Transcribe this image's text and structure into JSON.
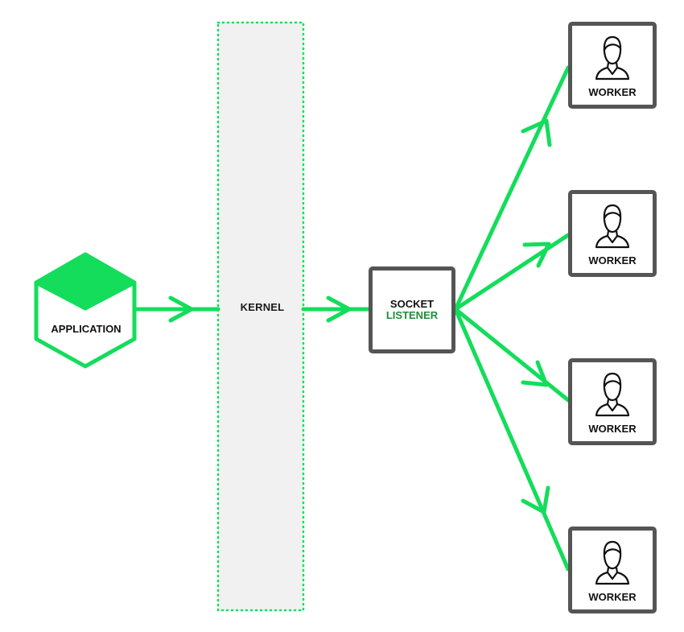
{
  "colors": {
    "accent": "#13dd5b",
    "box_border": "#555555",
    "listener_text": "#1f8c3c",
    "kernel_fill": "#f1f1f1"
  },
  "application": {
    "label": "APPLICATION",
    "icon": "hexagon-cube-icon"
  },
  "kernel": {
    "label": "KERNEL"
  },
  "socket_listener": {
    "title": "SOCKET",
    "subtitle": "LISTENER"
  },
  "workers": [
    {
      "label": "WORKER",
      "icon": "person-icon"
    },
    {
      "label": "WORKER",
      "icon": "person-icon"
    },
    {
      "label": "WORKER",
      "icon": "person-icon"
    },
    {
      "label": "WORKER",
      "icon": "person-icon"
    }
  ]
}
